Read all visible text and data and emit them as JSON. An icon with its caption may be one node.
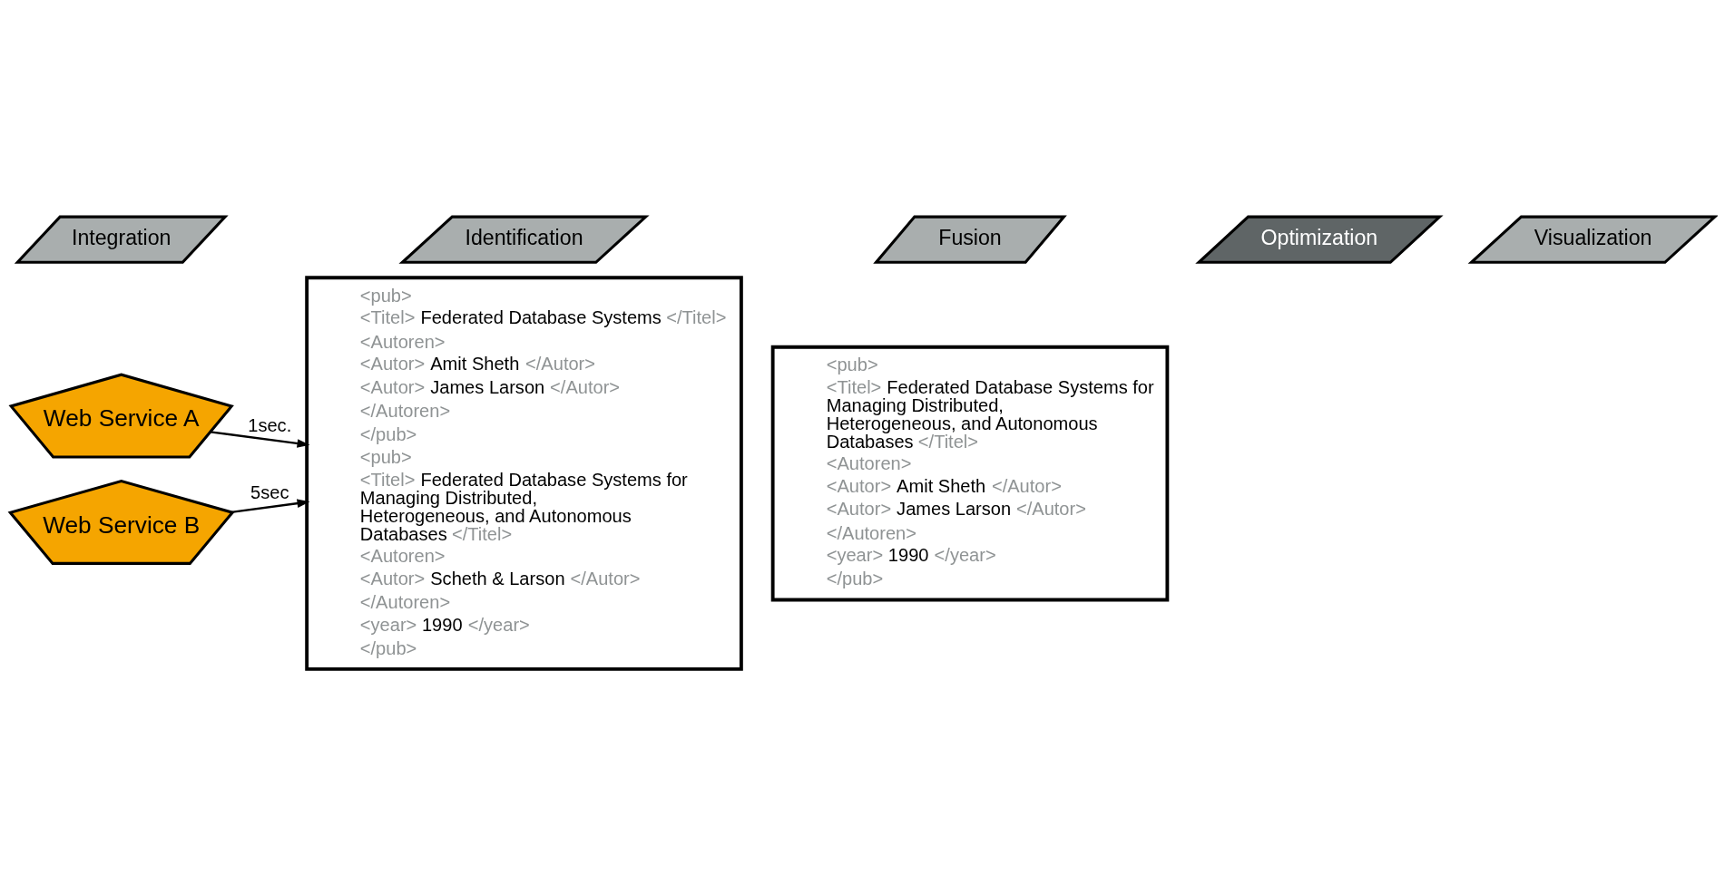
{
  "diagram": {
    "nodes": [
      {
        "text": [
          "Web Service A"
        ]
      },
      {
        "text": [
          "Web Service B"
        ]
      },
      {
        "text": [
          "<pub>",
          "<Titel> Federated Database Systems </Titel>",
          "<Autoren>",
          "<Autor> Amit Sheth </Autor>",
          "<Autor> James Larson </Autor>",
          "</Autoren>",
          "</pub>",
          "<pub>",
          "<Titel> Federated Database Systems for Managing Distributed, Heterogeneous, and Autonomous Databases </Titel>",
          "<Autoren>",
          "<Autor> Scheth & Larson </Autor>",
          "</Autoren>",
          "<year> 1990 </year>",
          "</pub>"
        ]
      },
      {
        "text": [
          "<pub>",
          "<Titel> Federated Database Systems for Managing Distributed, Heterogeneous, and Autonomous  Databases </Titel>",
          "<Autoren>",
          "<Autor> Amit Sheth </Autor>",
          "<Autor> James Larson </Autor>",
          "</Autoren>",
          "<year> 1990 </year>",
          "</pub>"
        ]
      },
      {
        "text": [
          "Integration"
        ]
      },
      {
        "text": [
          "Identification"
        ]
      },
      {
        "text": [
          "Fusion"
        ]
      },
      {
        "text": [
          "Optimization"
        ]
      },
      {
        "text": [
          "Visualization"
        ]
      }
    ],
    "edges": [
      {
        "from": 0,
        "to": 2,
        "arrow": "to",
        "label": "1sec."
      },
      {
        "from": 1,
        "to": 2,
        "arrow": "to",
        "label": "5sec"
      }
    ]
  }
}
